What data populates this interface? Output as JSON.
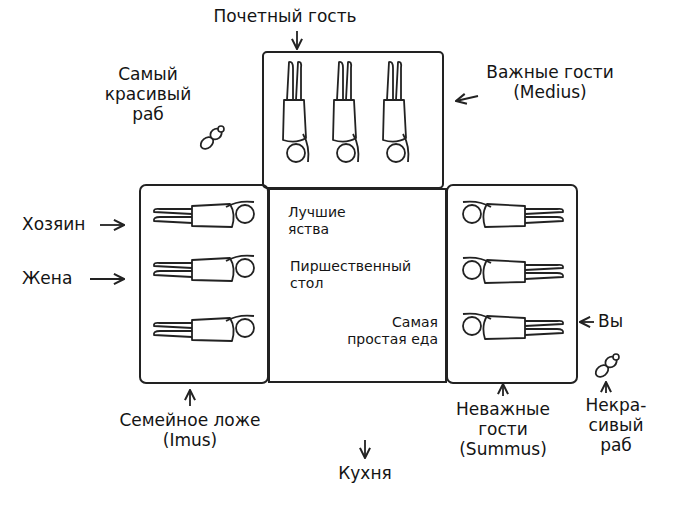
{
  "diagram": {
    "nodes": [
      {
        "text": [
          "Лучшие яства",
          "Пиршественный стол",
          "Самая простая еда"
        ]
      }
    ],
    "labels": [
      "Почетный гость",
      "Самый красивый раб",
      "Важные гости (Medius)",
      "Хозяин",
      "Жена",
      "Вы",
      "Семейное ложе (Imus)",
      "Кухня",
      "Неважные гости (Summus)",
      "Некра- сивый раб"
    ]
  }
}
